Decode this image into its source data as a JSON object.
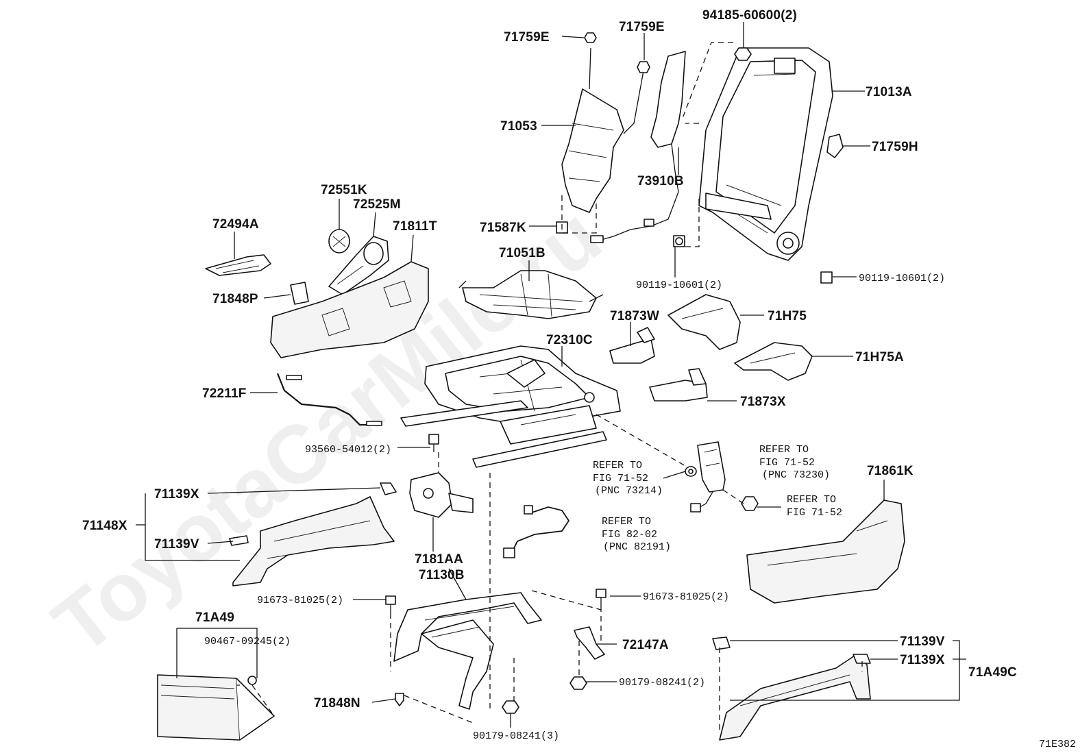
{
  "watermark": "ToyotaCarMile.ru",
  "figure_code": "71E382",
  "labels": {
    "p71759E_a": "71759E",
    "p71759E_b": "71759E",
    "p94185": "94185-60600(2)",
    "p71013A": "71013A",
    "p71053": "71053",
    "p71759H": "71759H",
    "p73910B": "73910B",
    "p72551K": "72551K",
    "p72525M": "72525M",
    "p72494A": "72494A",
    "p71811T": "71811T",
    "p71587K": "71587K",
    "p71051B": "71051B",
    "p90119_a": "90119-10601(2)",
    "p90119_b": "90119-10601(2)",
    "p71848P": "71848P",
    "p71873W": "71873W",
    "p71H75": "71H75",
    "p72310C": "72310C",
    "p71H75A": "71H75A",
    "p72211F": "72211F",
    "p71873X": "71873X",
    "p93560": "93560-54012(2)",
    "p71139X_a": "71139X",
    "p71148X": "71148X",
    "p71139V_a": "71139V",
    "p7181AA": "7181AA",
    "p71130B": "71130B",
    "p71861K": "71861K",
    "p91673_a": "91673-81025(2)",
    "p91673_b": "91673-81025(2)",
    "p72147A": "72147A",
    "p71A49": "71A49",
    "p90467": "90467-09245(2)",
    "p90179_a": "90179-08241(2)",
    "p71848N": "71848N",
    "p90179_b": "90179-08241(3)",
    "p71139V_b": "71139V",
    "p71139X_b": "71139X",
    "p71A49C": "71A49C"
  },
  "refs": {
    "r1_line1": "REFER TO",
    "r1_line2": "FIG 71-52",
    "r1_line3": "(PNC 73214)",
    "r2_line1": "REFER TO",
    "r2_line2": "FIG 71-52",
    "r2_line3": "(PNC 73230)",
    "r3_line1": "REFER TO",
    "r3_line2": "FIG 71-52",
    "r4_line1": "REFER TO",
    "r4_line2": "FIG 82-02",
    "r4_line3": "(PNC 82191)"
  }
}
